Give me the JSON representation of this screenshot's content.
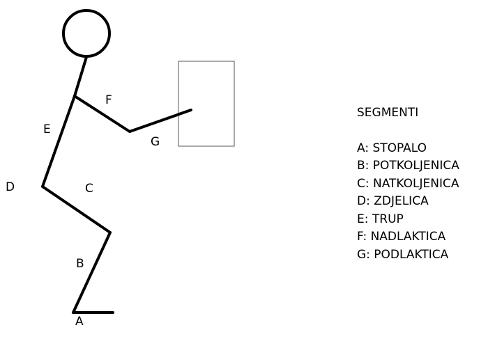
{
  "figure": {
    "stroke_color": "#000000",
    "box_color": "#555555",
    "labels": {
      "a": "A",
      "b": "B",
      "c": "C",
      "d": "D",
      "e": "E",
      "f": "F",
      "g": "G"
    }
  },
  "legend": {
    "title": "SEGMENTI",
    "items": [
      "A: STOPALO",
      "B: POTKOLJENICA",
      "C: NATKOLJENICA",
      "D: ZDJELICA",
      "E: TRUP",
      "F: NADLAKTICA",
      "G: PODLAKTICA"
    ]
  }
}
